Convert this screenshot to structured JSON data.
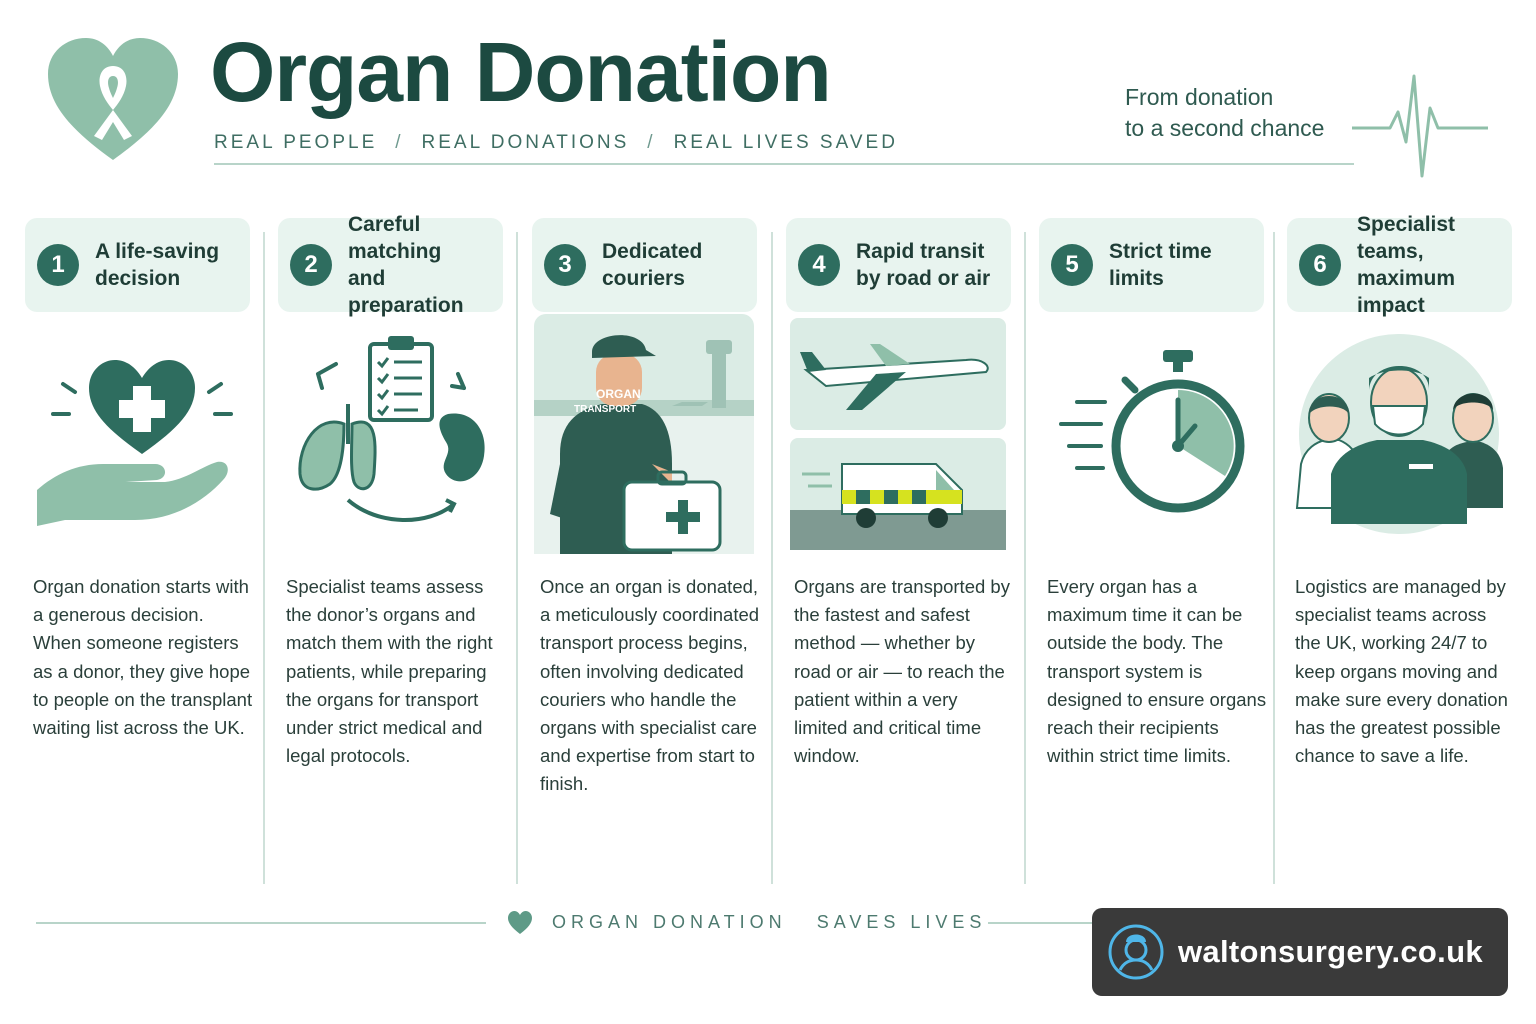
{
  "header": {
    "title": "Organ Donation",
    "subtitle": [
      "REAL PEOPLE",
      "REAL DONATIONS",
      "REAL LIVES SAVED"
    ],
    "separator": "/",
    "tagline_line1": "From donation",
    "tagline_line2": "to a second chance",
    "logo_icon": "heart-ribbon-icon"
  },
  "steps": [
    {
      "number": "1",
      "title_line1": "A life-saving",
      "title_line2": "decision",
      "illustration": "hand-holding-heart-icon",
      "description": "Organ donation starts with a generous decision. When someone registers as a donor, they give hope to people on the transplant waiting list across the UK."
    },
    {
      "number": "2",
      "title_line1": "Careful matching",
      "title_line2": "and preparation",
      "illustration": "clipboard-lungs-kidney-icon",
      "description": "Specialist teams assess the donor’s organs and match them with the right patients, while preparing the organs for transport under strict medical and legal protocols."
    },
    {
      "number": "3",
      "title_line1": "Dedicated",
      "title_line2": "couriers",
      "illustration": "courier-with-box-illustration",
      "jacket_line1": "ORGAN",
      "jacket_line2": "TRANSPORT",
      "description": "Once an organ is donated, a meticulously coordinated transport process begins, often involving dedicated couriers who handle the organs with specialist care and expertise from start to finish."
    },
    {
      "number": "4",
      "title_line1": "Rapid transit",
      "title_line2": "by road or air",
      "illustration": "plane-and-ambulance-illustration",
      "description": "Organs are transported by the fastest and safest method — whether by road or air — to reach the patient within a very limited and critical time window."
    },
    {
      "number": "5",
      "title_line1": "Strict time",
      "title_line2": "limits",
      "illustration": "stopwatch-icon",
      "description": "Every organ has a maximum time it can be outside the body. The transport system is designed to ensure organs reach their recipients within strict time limits."
    },
    {
      "number": "6",
      "title_line1": "Specialist teams,",
      "title_line2": "maximum impact",
      "illustration": "medical-team-illustration",
      "description": "Logistics are managed by specialist teams across the UK, working 24/7 to keep organs moving and make sure every donation has the greatest possible chance to save a life."
    }
  ],
  "footer": {
    "text_part1": "ORGAN DONATION",
    "text_part2": "SAVES LIVES",
    "heart_icon": "heart-icon"
  },
  "watermark": {
    "text": "waltonsurgery.co.uk",
    "icon": "doctor-avatar-icon"
  },
  "colors": {
    "primary_dark": "#1c4a41",
    "accent": "#2e6d5f",
    "light_green": "#8fbfa9",
    "panel_bg": "#e8f4ef",
    "divider": "#cfe1da"
  }
}
